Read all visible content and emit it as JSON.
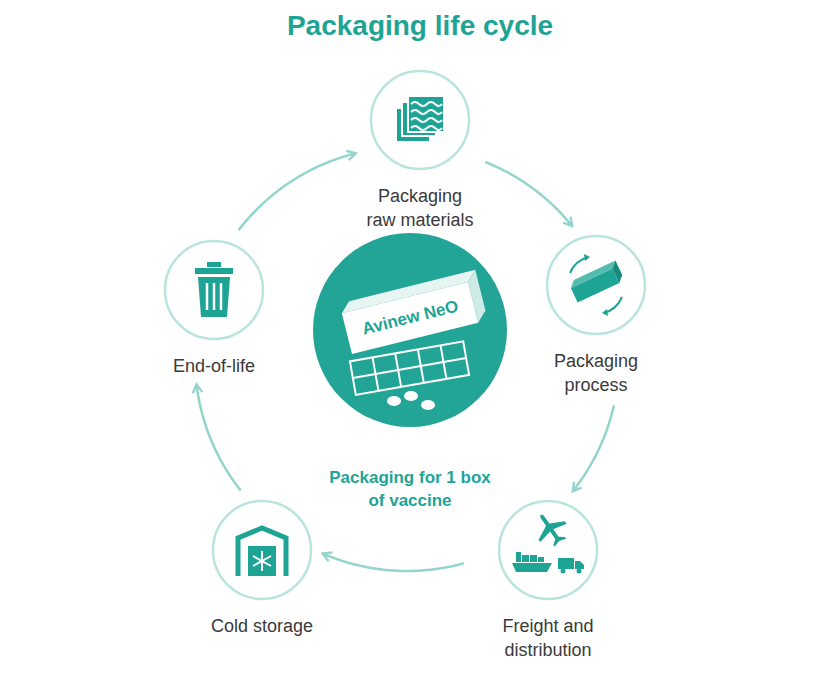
{
  "diagram": {
    "title": "Packaging life cycle",
    "nodes": [
      {
        "text": [
          "Packaging raw materials"
        ]
      },
      {
        "text": [
          "Packaging process"
        ]
      },
      {
        "text": [
          "Freight and distribution"
        ]
      },
      {
        "text": [
          "Cold storage"
        ]
      },
      {
        "text": [
          "End-of-life"
        ]
      },
      {
        "text": [
          "Avinew NeO",
          "Packaging for 1 box of vaccine"
        ]
      }
    ],
    "edges": [
      {
        "from": 0,
        "to": 1,
        "arrow": "to"
      },
      {
        "from": 1,
        "to": 2,
        "arrow": "to"
      },
      {
        "from": 2,
        "to": 3,
        "arrow": "to"
      },
      {
        "from": 3,
        "to": 4,
        "arrow": "to"
      },
      {
        "from": 4,
        "to": 0,
        "arrow": "to"
      }
    ]
  }
}
